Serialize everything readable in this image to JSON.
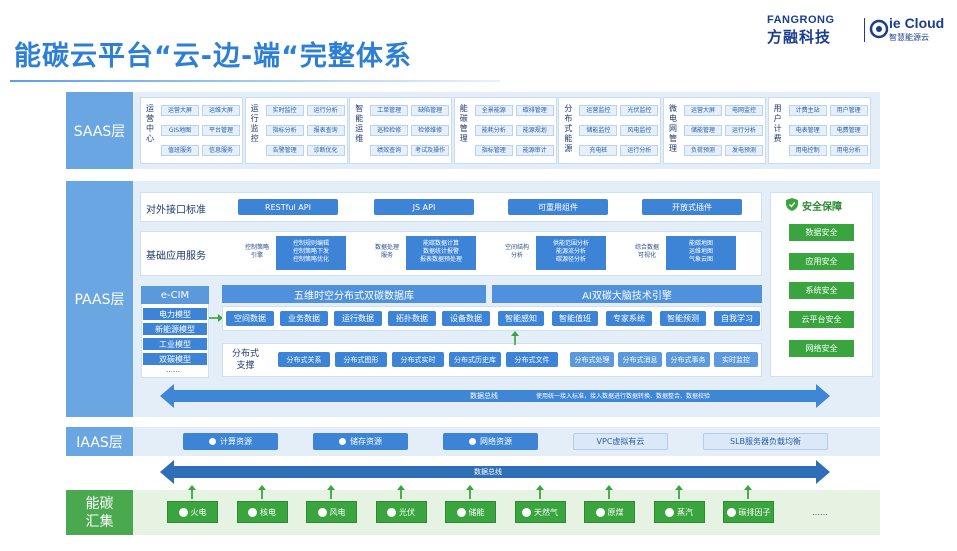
{
  "title": "能碳云平台“云-边-端“完整体系",
  "logos": {
    "fangrong_en": "FANGRONG",
    "fangrong_cn": "方融科技",
    "iecloud_en": "ie Cloud",
    "iecloud_cn": "智慧能源云"
  },
  "layers": {
    "saas": "SAAS层",
    "paas": "PAAS层",
    "iaas": "IAAS层",
    "collect": "能碳\n汇集"
  },
  "saas_modules": [
    {
      "name": "运营中心",
      "items": [
        "运营大屏",
        "运维大屏",
        "GIS地图",
        "平台管理",
        "值班服务",
        "信息服务"
      ]
    },
    {
      "name": "运行监控",
      "items": [
        "实时监控",
        "运行分析",
        "指标分析",
        "报表查询",
        "告警管理",
        "诊断优化"
      ]
    },
    {
      "name": "智能运维",
      "items": [
        "工单管理",
        "缺陷管理",
        "巡检检修",
        "检修维修",
        "绩效查询",
        "考试及操作"
      ]
    },
    {
      "name": "能碳管理",
      "items": [
        "全景能源",
        "碳排管理",
        "能耗分析",
        "能源规划",
        "指标管理",
        "能源审计"
      ]
    },
    {
      "name": "分布式能源",
      "items": [
        "运营监控",
        "光伏监控",
        "储能监控",
        "风电监控",
        "充电桩",
        "运行分析"
      ]
    },
    {
      "name": "微电网管理",
      "items": [
        "运营大屏",
        "电网监控",
        "储能管理",
        "运行分析",
        "负荷预测",
        "发电预测"
      ]
    },
    {
      "name": "用户计费",
      "items": [
        "计费主站",
        "用户管理",
        "电表管理",
        "电费管理",
        "用电控制",
        "用电分析"
      ]
    }
  ],
  "paas": {
    "api_label": "对外接口标准",
    "api_items": [
      "RESTful API",
      "JS API",
      "可重用组件",
      "开放式插件"
    ],
    "basic_label": "基础应用服务",
    "basic_groups": [
      {
        "name": "控制策略\n引擎",
        "block": "控制规则编辑\n控制策略下发\n控制策略优化"
      },
      {
        "name": "数据处理\n服务",
        "block": "能碳数据计算\n数据统计报警\n报表数据预处理"
      },
      {
        "name": "空间结构\n分析",
        "block": "供能范围分析\n能源流分析\n碳源径分析"
      },
      {
        "name": "综合数据\n可视化",
        "block": "能碳地图\n运维地图\n气象云图"
      }
    ],
    "cim": {
      "title": "e-CIM",
      "items": [
        "电力模型",
        "新能源模型",
        "工业模型",
        "双碳模型"
      ],
      "more": "……"
    },
    "db_title": "五维时空分布式双碳数据库",
    "db_items": [
      "空间数据",
      "业务数据",
      "运行数据",
      "拓扑数据",
      "设备数据"
    ],
    "ai_title": "AI双碳大脑技术引擎",
    "ai_items": [
      "智能感知",
      "智能值班",
      "专家系统",
      "智能预测",
      "自我学习"
    ],
    "dist_label": "分布式\n支撑",
    "dist_items_left": [
      "分布式关系",
      "分布式图形",
      "分布式实时",
      "分布式历史库",
      "分布式文件"
    ],
    "dist_items_right": [
      "分布式处理",
      "分布式消息",
      "分布式事务",
      "实时监控"
    ],
    "bus_label": "数据总线",
    "bus_desc": "使用统一接入标准，接入数据进行数据转换、数据整合、数据校验",
    "security": {
      "title": "安全保障",
      "items": [
        "数据安全",
        "应用安全",
        "系统安全",
        "云平台安全",
        "网络安全"
      ]
    }
  },
  "iaas_items": [
    {
      "label": "计算资源",
      "style": "dark"
    },
    {
      "label": "储存资源",
      "style": "dark"
    },
    {
      "label": "网络资源",
      "style": "dark"
    },
    {
      "label": "VPC虚拟有云",
      "style": "light"
    },
    {
      "label": "SLB服务器负载均衡",
      "style": "light"
    }
  ],
  "bus2_label": "数据总线",
  "sources": [
    "火电",
    "核电",
    "风电",
    "光伏",
    "储能",
    "天然气",
    "原煤",
    "蒸汽",
    "碳排因子"
  ],
  "sources_more": "……",
  "colors": {
    "blue": "#3d84d6",
    "green": "#3aa43f",
    "band": "#e4eef9"
  }
}
